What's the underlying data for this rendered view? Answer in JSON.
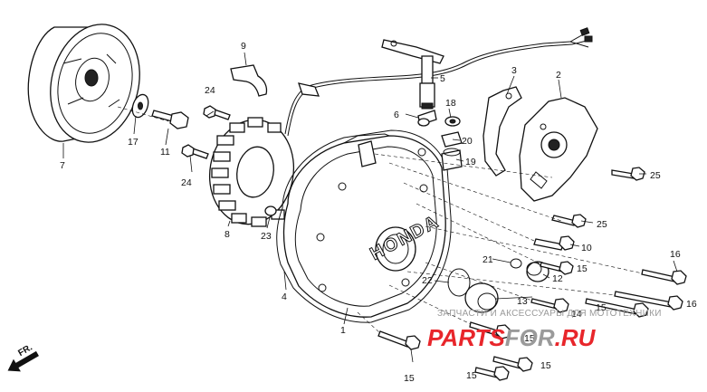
{
  "callouts": {
    "c1": "1",
    "c2": "2",
    "c3": "3",
    "c4": "4",
    "c5": "5",
    "c6": "6",
    "c7": "7",
    "c8": "8",
    "c9": "9",
    "c10": "10",
    "c11": "11",
    "c12": "12",
    "c13": "13",
    "c14": "14",
    "c15a": "15",
    "c15b": "15",
    "c15c": "15",
    "c15d": "15",
    "c15e": "15",
    "c16a": "16",
    "c16b": "16",
    "c17": "17",
    "c18": "18",
    "c19": "19",
    "c20": "20",
    "c21": "21",
    "c22": "22",
    "c23": "23",
    "c24a": "24",
    "c24b": "24",
    "c25a": "25",
    "c25b": "25"
  },
  "cover_brand": "HONDA",
  "direction_arrow": {
    "label": "FR."
  },
  "watermark": {
    "line1": "ЗАПЧАСТИ И АКСЕССУАРЫ ДЛЯ МОТОТЕХНИКИ",
    "brand_part1": "PARTS",
    "brand_part2": "FOR",
    "brand_part3": ".RU",
    "colors": {
      "red": "#e8262b",
      "grey": "#9a9a9a"
    }
  }
}
